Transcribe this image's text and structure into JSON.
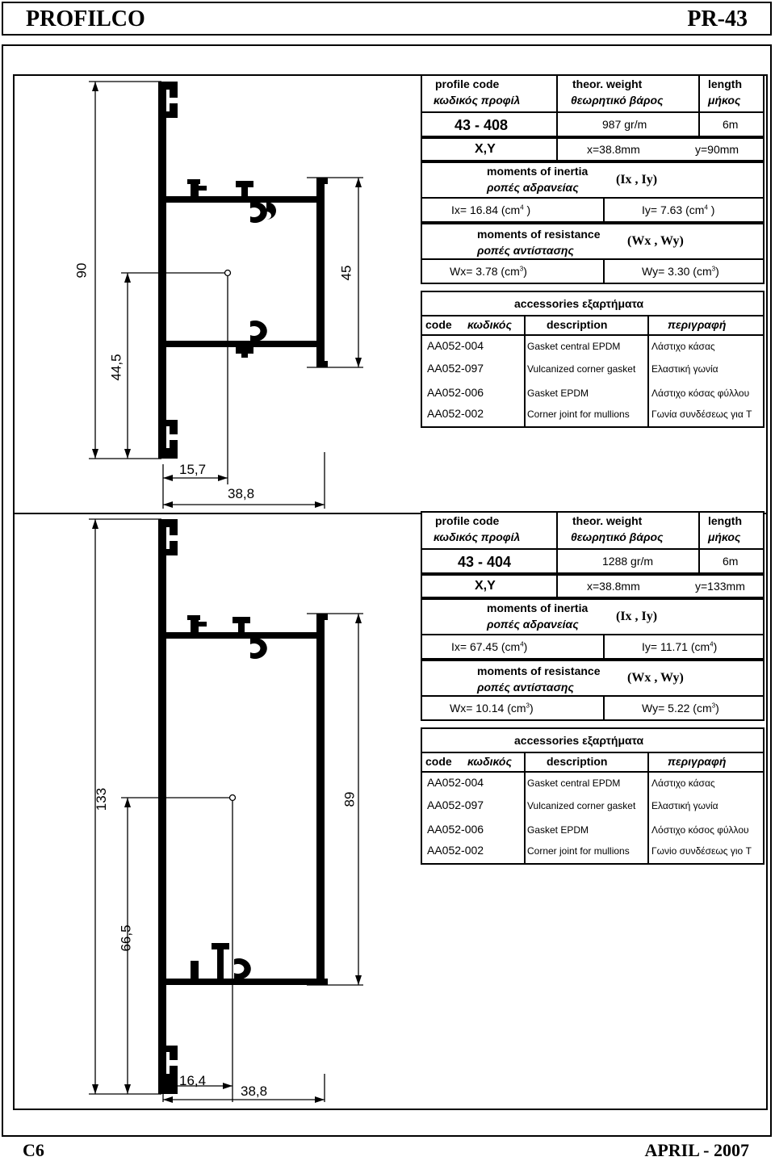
{
  "header": {
    "brand": "PROFILCO",
    "code": "PR-43"
  },
  "footer": {
    "page": "C6",
    "date": "APRIL - 2007"
  },
  "labels": {
    "profile_code": "profile   code",
    "profile_code_gr": "κωδικός  προφίλ",
    "theor_weight": "theor. weight",
    "theor_weight_gr": "θεωρητικό βάρος",
    "length": "length",
    "length_gr": "μήκος",
    "xy": "X,Y",
    "moments_inertia": "moments of inertia",
    "moments_inertia_gr": "ροπές αδρανείας",
    "ixiy": "(Ix , Iy)",
    "moments_resistance": "moments of resistance",
    "moments_resistance_gr": "ροπές αντίστασης",
    "wxwy": "(Wx , Wy)",
    "accessories": "accessories εξαρτήματα",
    "col_code": "code",
    "col_code_gr": "κωδικός",
    "col_desc": "description",
    "col_desc_gr": "περιγραφή"
  },
  "profiles": [
    {
      "code": "43 - 408",
      "weight": "987 gr/m",
      "length": "6m",
      "x": "x=38.8mm",
      "y": "y=90mm",
      "ix": "Ix= 16.84 (cm",
      "iy": "Iy= 7.63 (cm",
      "wx": "Wx= 3.78 (cm",
      "wy": "Wy= 3.30 (cm",
      "dims": {
        "total": "90",
        "half": "45",
        "lower": "44,5",
        "offset": "15,7",
        "width": "38,8"
      },
      "accessories": [
        {
          "code": "AA052-004",
          "desc": "Gasket central EPDM",
          "desc_gr": "Λάστιχο κάσας"
        },
        {
          "code": "AA052-097",
          "desc": "Vulcanized corner gasket",
          "desc_gr": "Ελαστική γωνία"
        },
        {
          "code": "AA052-006",
          "desc": "Gasket EPDM",
          "desc_gr": "Λάστιχο κόσας φύλλου"
        },
        {
          "code": "AA052-002",
          "desc": "Corner joint for mullions",
          "desc_gr": "Γωνία συνδέσεως για T"
        }
      ]
    },
    {
      "code": "43 - 404",
      "weight": "1288 gr/m",
      "length": "6m",
      "x": "x=38.8mm",
      "y": "y=133mm",
      "ix": "Ix= 67.45  (cm",
      "iy": "Iy= 11.71 (cm",
      "wx": "Wx= 10.14 (cm",
      "wy": "Wy= 5.22 (cm",
      "dims": {
        "total": "133",
        "half": "89",
        "lower": "66,5",
        "offset": "16,4",
        "width": "38,8"
      },
      "accessories": [
        {
          "code": "AA052-004",
          "desc": "Gasket central EPDM",
          "desc_gr": "Λάστιχο κάσας"
        },
        {
          "code": "AA052-097",
          "desc": "Vulcanized corner gasket",
          "desc_gr": "Ελαστική γωνία"
        },
        {
          "code": "AA052-006",
          "desc": "Gasket EPDM",
          "desc_gr": "Λόστιχο κόσος φύλλου"
        },
        {
          "code": "AA052-002",
          "desc": "Corner joint for mullions",
          "desc_gr": "Γωνio συνδέσεως γιο T"
        }
      ]
    }
  ]
}
